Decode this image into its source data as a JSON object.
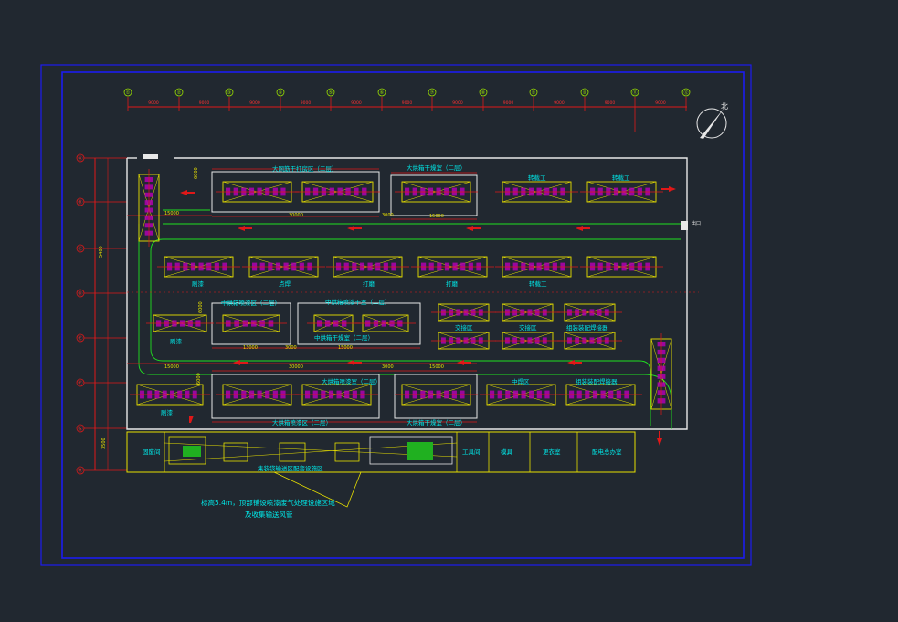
{
  "colors": {
    "background": "#212830",
    "frame": "#1c1cf0",
    "wall": "#e8e8e8",
    "grid_axis": "#e01818",
    "grid_text": "#ff3030",
    "bubble": "#9be000",
    "machine": "#e8e000",
    "machine_fill": "#b000b0",
    "room": "#ffffff",
    "label": "#00e8e8",
    "green_line": "#20e020",
    "leader": "#e8e000"
  },
  "grid_top": {
    "labels": [
      "①",
      "②",
      "③",
      "④",
      "⑤",
      "⑥",
      "⑦",
      "⑧",
      "⑨",
      "⑩",
      "⑪",
      "⑫"
    ],
    "spacing_label": "9000"
  },
  "grid_left": {
    "labels": [
      "Ⓐ",
      "Ⓑ",
      "Ⓒ",
      "Ⓓ",
      "Ⓔ",
      "Ⓕ",
      "Ⓖ",
      "Ⓗ"
    ]
  },
  "north_label": "北",
  "rooms": {
    "top_dryer_left": "大网筋干打房区（二层）",
    "top_dryer_right": "大烘箱干燥室（二层）",
    "mid_dryer_left": "中烘箱喷漆区（二层）",
    "mid_dryer_right": "中烘箱喷漆干室（二层）",
    "bottom_spray": "大烘箱喷漆室（二层）",
    "bottom_dryer_left": "大烘箱喷漆区（二层）",
    "bottom_dryer_right": "大烘箱干燥室（二层）",
    "mid_drying_room": "中烘箱干燥室（二层）"
  },
  "dims": {
    "d15000": "15000",
    "d30000": "30000",
    "d13000": "13000",
    "d3000": "3000",
    "d6000": "6000",
    "d5400": "5400",
    "d3500": "3500"
  },
  "labels": {
    "r1c5": "转载工",
    "r1c6": "转载工",
    "r2c1": "刷漆",
    "r2c2": "点焊",
    "r2c3": "打磨",
    "r2c4": "打磨",
    "r2c5": "转载工",
    "r3c1": "刷漆",
    "r3c4": "交接区",
    "r3c5": "交接区",
    "r3c6": "组装装配焊接器",
    "r4c1": "刷漆",
    "r4c5": "中焊区",
    "r4c6": "组装装配焊接器"
  },
  "strip": {
    "room1": "固废间",
    "room2": "工具间",
    "room3": "模具",
    "room4": "更衣室",
    "room5": "配电总办室",
    "caption": "集装袋输送区配套设施区"
  },
  "annotation": {
    "line1": "标高5.4m，顶部铺设喷漆废气处理设施区域",
    "line2": "及收集输送风管"
  },
  "door_label": "出口"
}
